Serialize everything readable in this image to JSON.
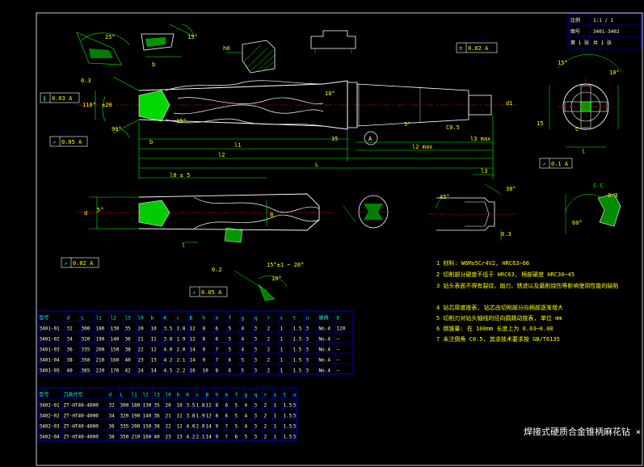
{
  "colors": {
    "background": "#000000",
    "outline": "#ffffff",
    "dimension": "#00ff00",
    "text": "#ffff00",
    "centerline": "#ff0000",
    "table": "#0000ff",
    "hatch": "#00ff00",
    "cyan": "#00ffff"
  },
  "tolerance_frames": {
    "f1": "0.03 A",
    "f2": "0.05 A",
    "f3": "0.02 A",
    "f4": "0.05 A",
    "f5": "0.02 A",
    "f6": "0.1 A"
  },
  "dims": {
    "d01": "0.3",
    "d02": "118°",
    "d03": "±20",
    "d04": "90°",
    "d05": "25°",
    "d06": "15°",
    "d07": "b",
    "d08": "l1",
    "d09": "l2",
    "d10": "L",
    "d11": "l0 ± 5",
    "d12": "30°",
    "d13": "l3",
    "d14": "45°",
    "d15": "60°",
    "d16": "0.3",
    "d17": "C0.5",
    "d18": "35",
    "d19": "10°",
    "d20": "15°",
    "d21": "5°",
    "d22": "C-C",
    "d23": "15",
    "d24": "10",
    "d25": "B",
    "d26": "d",
    "d27": "A",
    "d28": "0.2",
    "d29": "15°±1 ~ 20°",
    "d30": "10°",
    "d31": "l3 max",
    "d32": "l2 max",
    "d33": "d1",
    "d34": "45°",
    "d35": "60°",
    "d36": "0.3",
    "d37": "15°",
    "d38": "10°",
    "d39": "15",
    "d40": "C",
    "d41": "l",
    "d42": "0.02",
    "d43": "h0",
    "d44": "b"
  },
  "notes": [
    "1  材料: W6Mo5Cr4V2, HRC63~66",
    "2  切削部分硬度不低于 HRC63, 柄部硬度 HRC30~45",
    "3  钻头表面不得有裂纹、崩刃、锈迹以及磨削烧伤等影响使用性能的缺陷",
    "4  钻芯厚度按表, 钻芯由切削部分向柄部逐渐增大",
    "5  切削刃对钻头轴线的径向圆跳动按表, 单位 mm",
    "6  倒锥量: 在 100mm 长度上为 0.03~0.08",
    "7  未注倒角 C0.5, 其余技术要求按 GB/T6135"
  ],
  "table1": {
    "header": [
      "型号",
      "d",
      "L",
      "l1",
      "l2",
      "l3",
      "l0",
      "b",
      "K",
      "c",
      "B",
      "h",
      "e",
      "f",
      "g",
      "q",
      "r",
      "s",
      "t",
      "u",
      "锥柄",
      "D"
    ],
    "rows": [
      [
        "3401-01",
        "32",
        "300",
        "180",
        "130",
        "35",
        "20",
        "10",
        "3.5",
        "1.8",
        "12",
        "8",
        "6",
        "5",
        "4",
        "3",
        "2",
        "1",
        "1.5",
        "3",
        "No.4",
        "120"
      ],
      [
        "3401-02",
        "34",
        "320",
        "190",
        "140",
        "36",
        "21",
        "11",
        "3.8",
        "1.9",
        "12",
        "8",
        "6",
        "5",
        "4",
        "3",
        "2",
        "1",
        "1.5",
        "3",
        "No.4",
        "—"
      ],
      [
        "3401-03",
        "36",
        "335",
        "200",
        "150",
        "38",
        "22",
        "12",
        "4.0",
        "2.0",
        "14",
        "9",
        "7",
        "5",
        "4",
        "3",
        "2",
        "1",
        "1.5",
        "3",
        "No.4",
        "—"
      ],
      [
        "3401-04",
        "38",
        "350",
        "210",
        "160",
        "40",
        "23",
        "13",
        "4.2",
        "2.1",
        "14",
        "9",
        "7",
        "6",
        "5",
        "3",
        "2",
        "1",
        "1.5",
        "3",
        "No.4",
        "—"
      ],
      [
        "3401-05",
        "40",
        "365",
        "220",
        "170",
        "42",
        "24",
        "14",
        "4.5",
        "2.2",
        "16",
        "10",
        "8",
        "6",
        "5",
        "3",
        "2",
        "1",
        "1.5",
        "3",
        "No.4",
        "—"
      ]
    ]
  },
  "table2": {
    "header": [
      "型号",
      "刀具代号",
      "d",
      "L",
      "l1",
      "l2",
      "l3",
      "l0",
      "b",
      "K",
      "c",
      "B",
      "h",
      "e",
      "f",
      "g",
      "q",
      "r",
      "s",
      "t",
      "u"
    ],
    "rows": [
      [
        "3402-01",
        "ZT-HT40-4000",
        "32",
        "300",
        "180",
        "130",
        "35",
        "20",
        "10",
        "3.5",
        "1.8",
        "12",
        "8",
        "6",
        "5",
        "4",
        "3",
        "2",
        "1",
        "1.5",
        "3"
      ],
      [
        "3402-02",
        "ZT-HT40-4000",
        "34",
        "320",
        "190",
        "140",
        "36",
        "21",
        "11",
        "3.8",
        "1.9",
        "12",
        "8",
        "6",
        "5",
        "4",
        "3",
        "2",
        "1",
        "1.5",
        "3"
      ],
      [
        "3402-03",
        "ZT-HT40-4000",
        "36",
        "335",
        "200",
        "150",
        "38",
        "22",
        "12",
        "4.0",
        "2.0",
        "14",
        "9",
        "7",
        "5",
        "4",
        "3",
        "2",
        "1",
        "1.5",
        "3"
      ],
      [
        "3402-04",
        "ZT-HT40-4000",
        "38",
        "350",
        "210",
        "160",
        "40",
        "23",
        "13",
        "4.2",
        "2.1",
        "14",
        "9",
        "7",
        "6",
        "5",
        "3",
        "2",
        "1",
        "1.5",
        "3"
      ]
    ]
  },
  "title_block": {
    "row1_left": "比例",
    "row1_right": "1:1 / 1",
    "row2_left": "图号",
    "row2_right": "3401-3402",
    "row3_left": "第 1 张",
    "row3_right": "共 1 张"
  },
  "drawing_title": "焊接式硬质合金锥柄麻花钻 × 图"
}
